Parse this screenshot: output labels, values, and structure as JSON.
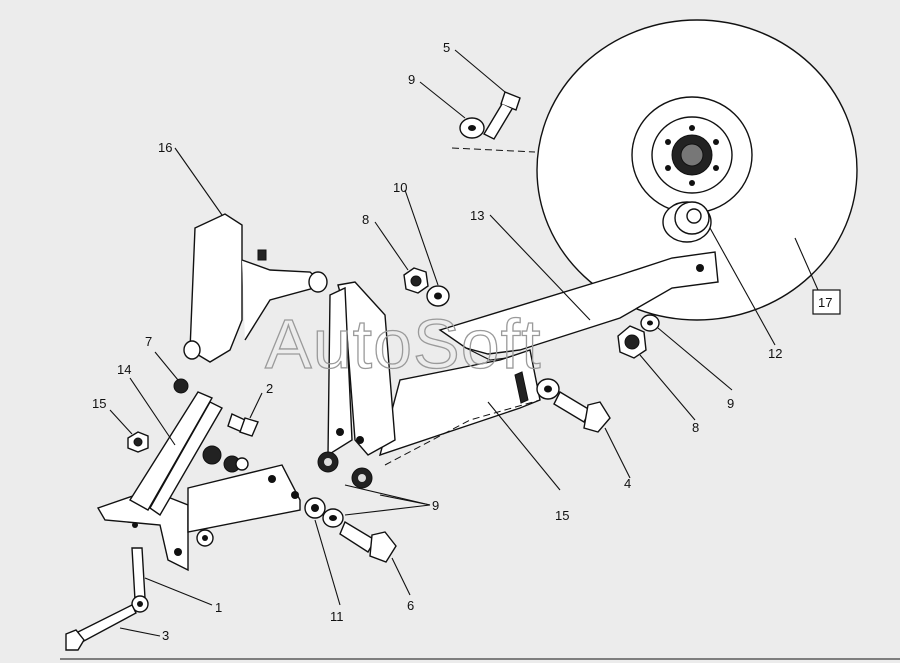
{
  "watermark": "AutoSoft",
  "callout_box": "17",
  "callouts": [
    {
      "id": "c5",
      "text": "5"
    },
    {
      "id": "c9a",
      "text": "9"
    },
    {
      "id": "c16",
      "text": "16"
    },
    {
      "id": "c10",
      "text": "10"
    },
    {
      "id": "c8a",
      "text": "8"
    },
    {
      "id": "c13",
      "text": "13"
    },
    {
      "id": "c12",
      "text": "12"
    },
    {
      "id": "c9b",
      "text": "9"
    },
    {
      "id": "c8b",
      "text": "8"
    },
    {
      "id": "c7",
      "text": "7"
    },
    {
      "id": "c14",
      "text": "14"
    },
    {
      "id": "c2",
      "text": "2"
    },
    {
      "id": "c15a",
      "text": "15"
    },
    {
      "id": "c15b",
      "text": "15"
    },
    {
      "id": "c4",
      "text": "4"
    },
    {
      "id": "c9c",
      "text": "9"
    },
    {
      "id": "c1",
      "text": "1"
    },
    {
      "id": "c11",
      "text": "11"
    },
    {
      "id": "c6",
      "text": "6"
    },
    {
      "id": "c3",
      "text": "3"
    }
  ]
}
